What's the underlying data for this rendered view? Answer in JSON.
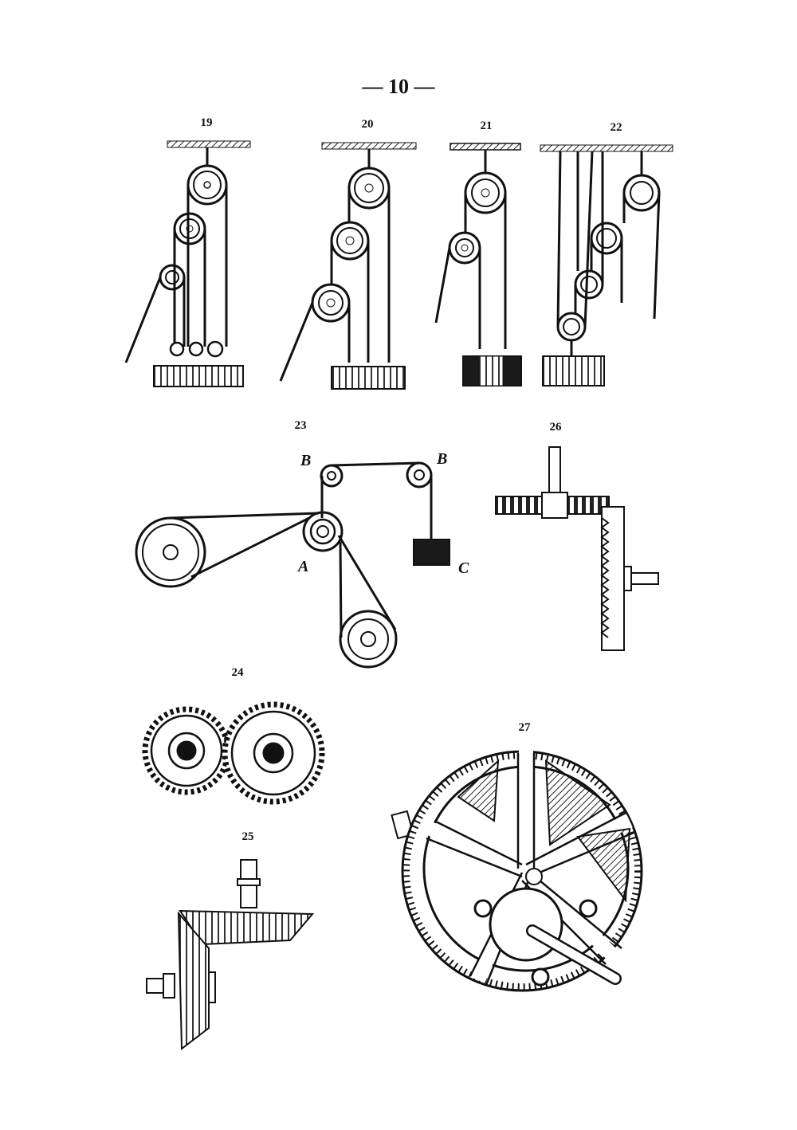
{
  "page": {
    "number": "— 10 —"
  },
  "figures": {
    "fig19": {
      "label": "19"
    },
    "fig20": {
      "label": "20"
    },
    "fig21": {
      "label": "21"
    },
    "fig22": {
      "label": "22"
    },
    "fig23": {
      "label": "23",
      "letters": {
        "b_left": "B",
        "b_right": "B",
        "a": "A",
        "c": "C"
      }
    },
    "fig24": {
      "label": "24"
    },
    "fig25": {
      "label": "25"
    },
    "fig26": {
      "label": "26"
    },
    "fig27": {
      "label": "27"
    }
  }
}
